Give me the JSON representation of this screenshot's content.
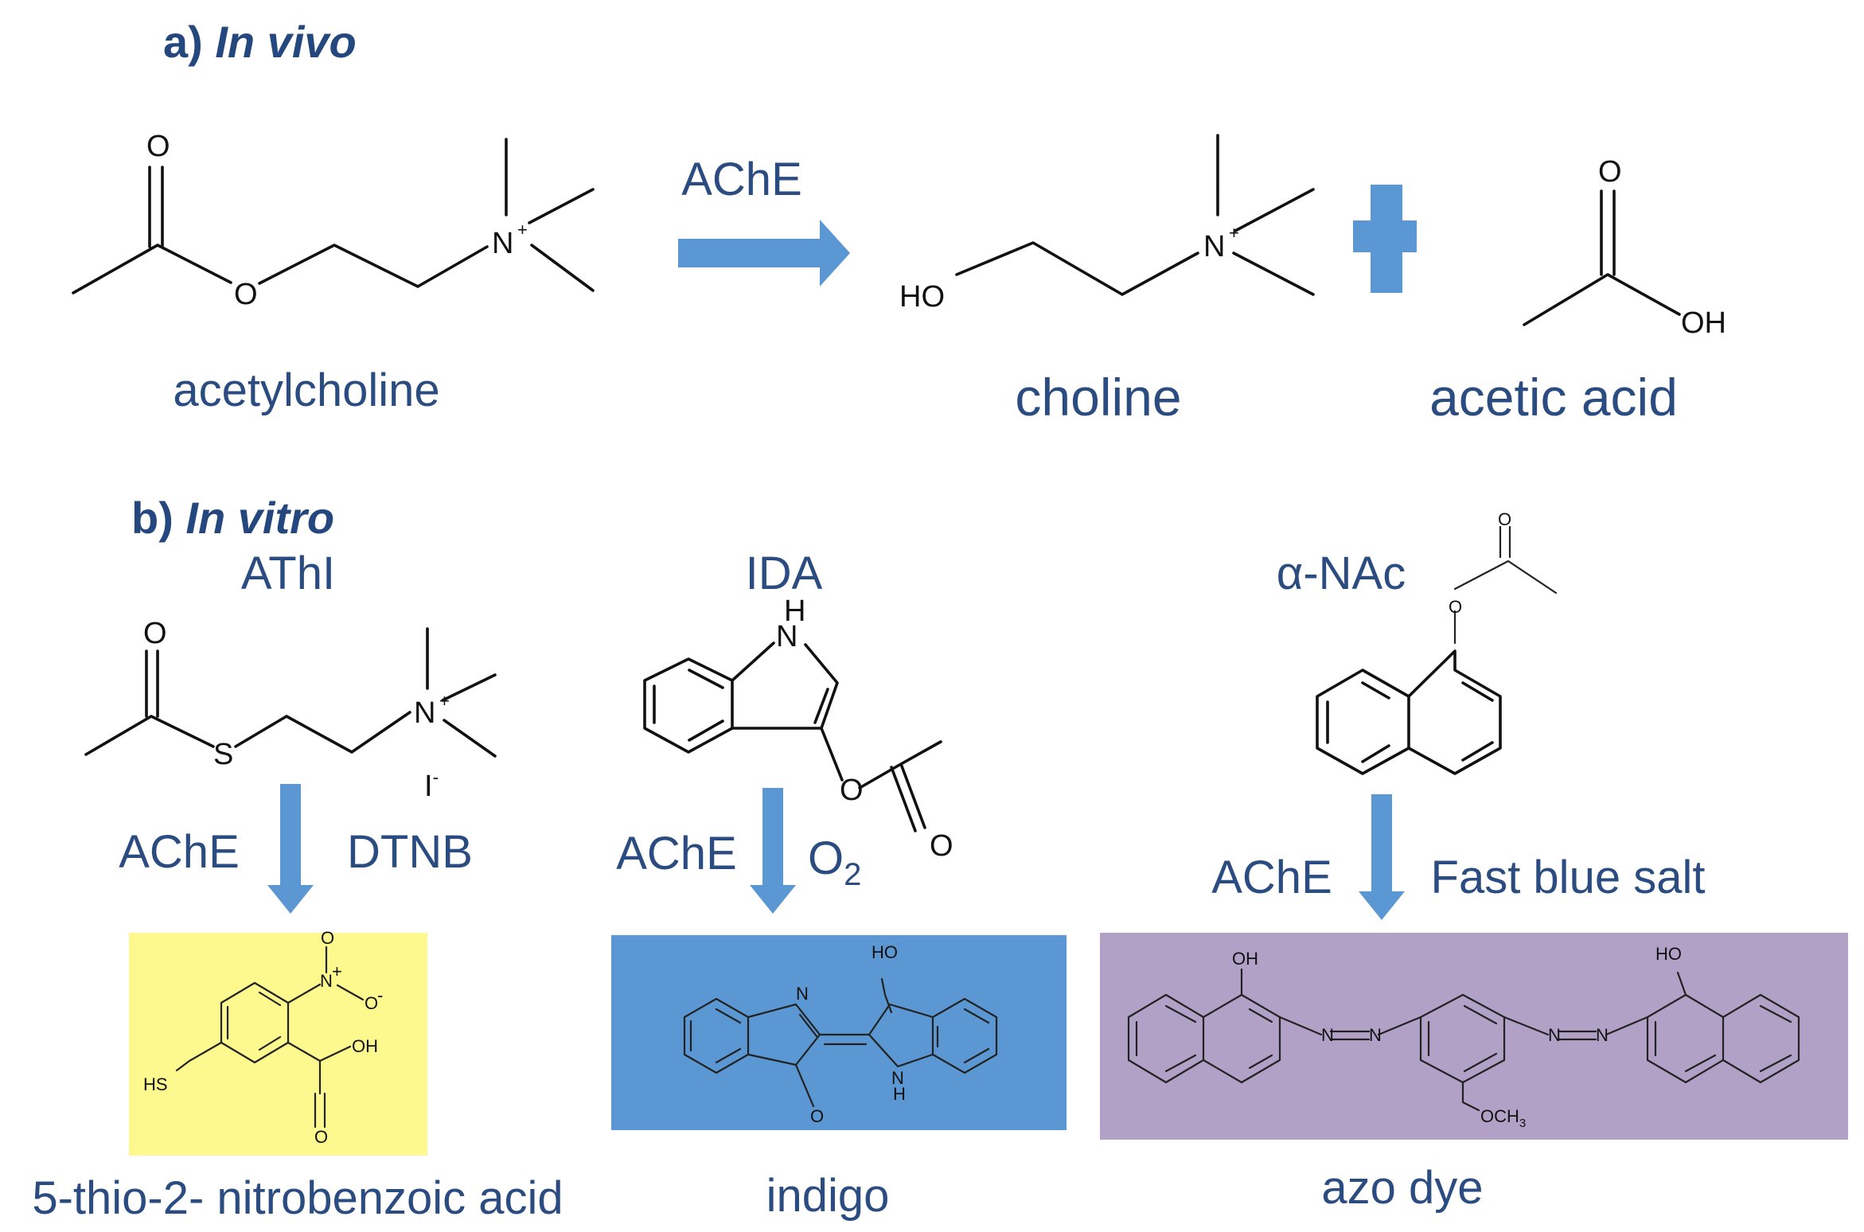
{
  "colors": {
    "text": "#2a4c80",
    "arrow": "#5b97d2",
    "yellow_box": "#fdf98e",
    "blue_box": "#5b97d2",
    "purple_box": "#b2a1c7"
  },
  "section_a": {
    "prefix": "a)",
    "title": "In vivo",
    "enzyme": "AChE",
    "substrate": "acetylcholine",
    "product_1": "choline",
    "product_2": "acetic acid"
  },
  "section_b": {
    "prefix": "b)",
    "title": "In vitro",
    "athi": {
      "name": "AThI",
      "enzyme": "AChE",
      "reagent": "DTNB",
      "counterion": "I",
      "counterion_charge": "-",
      "product": "5-thio-2- nitrobenzoic acid"
    },
    "ida": {
      "name": "IDA",
      "enzyme": "AChE",
      "reagent": "O",
      "reagent_subscript": "2",
      "product": "indigo"
    },
    "nac": {
      "name": "α-NAc",
      "enzyme": "AChE",
      "reagent": "Fast blue salt",
      "product": "azo dye"
    }
  },
  "atoms": {
    "O": "O",
    "N": "N",
    "S": "S",
    "plus": "+",
    "minus": "-",
    "HO": "HO",
    "OH": "OH",
    "HS": "HS",
    "H": "H",
    "OCH3": "OCH",
    "OCH3_sub": "3"
  },
  "plus_sign": "+"
}
